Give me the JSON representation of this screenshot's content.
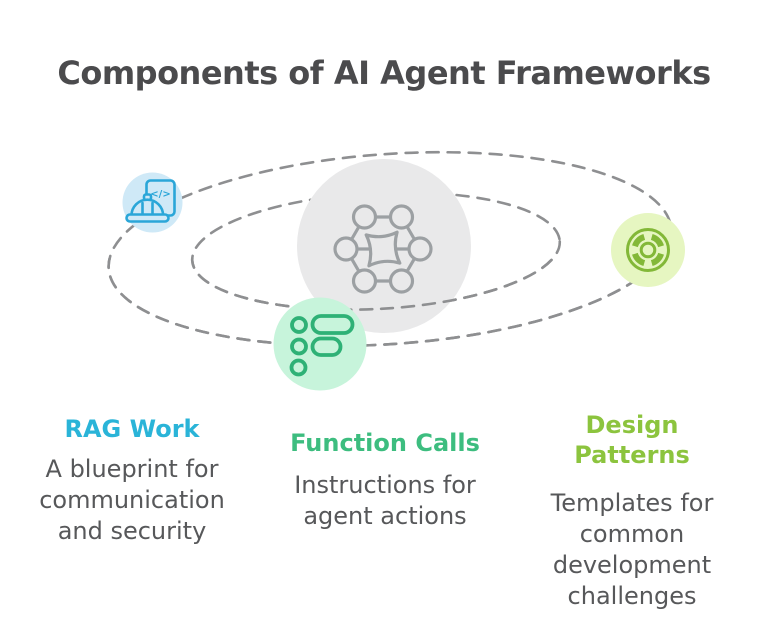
{
  "title": "Components of AI Agent Frameworks",
  "colors": {
    "background": "#ffffff",
    "title_text": "#4b4b4d",
    "body_text": "#57585a",
    "dash_gray": "#8e8f91",
    "gray_circle": "#e9e9ea",
    "icon_gray": "#9ca0a3",
    "accent_cyan": "#2ab4d8",
    "accent_green": "#3dbd7f",
    "accent_lime": "#8cc43e",
    "blue_bg": "#cfe9f7",
    "blue_icon": "#2aa6d8",
    "green_bg": "#c7f4db",
    "green_icon": "#2eb176",
    "lime_bg": "#e6f6c1",
    "lime_icon": "#83b838"
  },
  "icons": {
    "center": "network-hexagon-icon",
    "rag": "blueprint-document-hardhat-icon",
    "function_calls": "list-items-icon",
    "design_patterns": "pattern-wheel-icon",
    "code_glyph": "</>"
  },
  "items": [
    {
      "heading": "RAG Work",
      "heading_lines": [
        "RAG Work"
      ],
      "description": "A blueprint for communication and security",
      "body_lines": [
        "A blueprint for",
        "communication",
        "and security"
      ],
      "accent": "#2ab4d8"
    },
    {
      "heading": "Function Calls",
      "heading_lines": [
        "Function Calls"
      ],
      "description": "Instructions for agent actions",
      "body_lines": [
        "Instructions for",
        "agent actions"
      ],
      "accent": "#3dbd7f"
    },
    {
      "heading": "Design Patterns",
      "heading_lines": [
        "Design",
        "Patterns"
      ],
      "description": "Templates for common development challenges",
      "body_lines": [
        "Templates for",
        "common",
        "development",
        "challenges"
      ],
      "accent": "#8cc43e"
    }
  ]
}
